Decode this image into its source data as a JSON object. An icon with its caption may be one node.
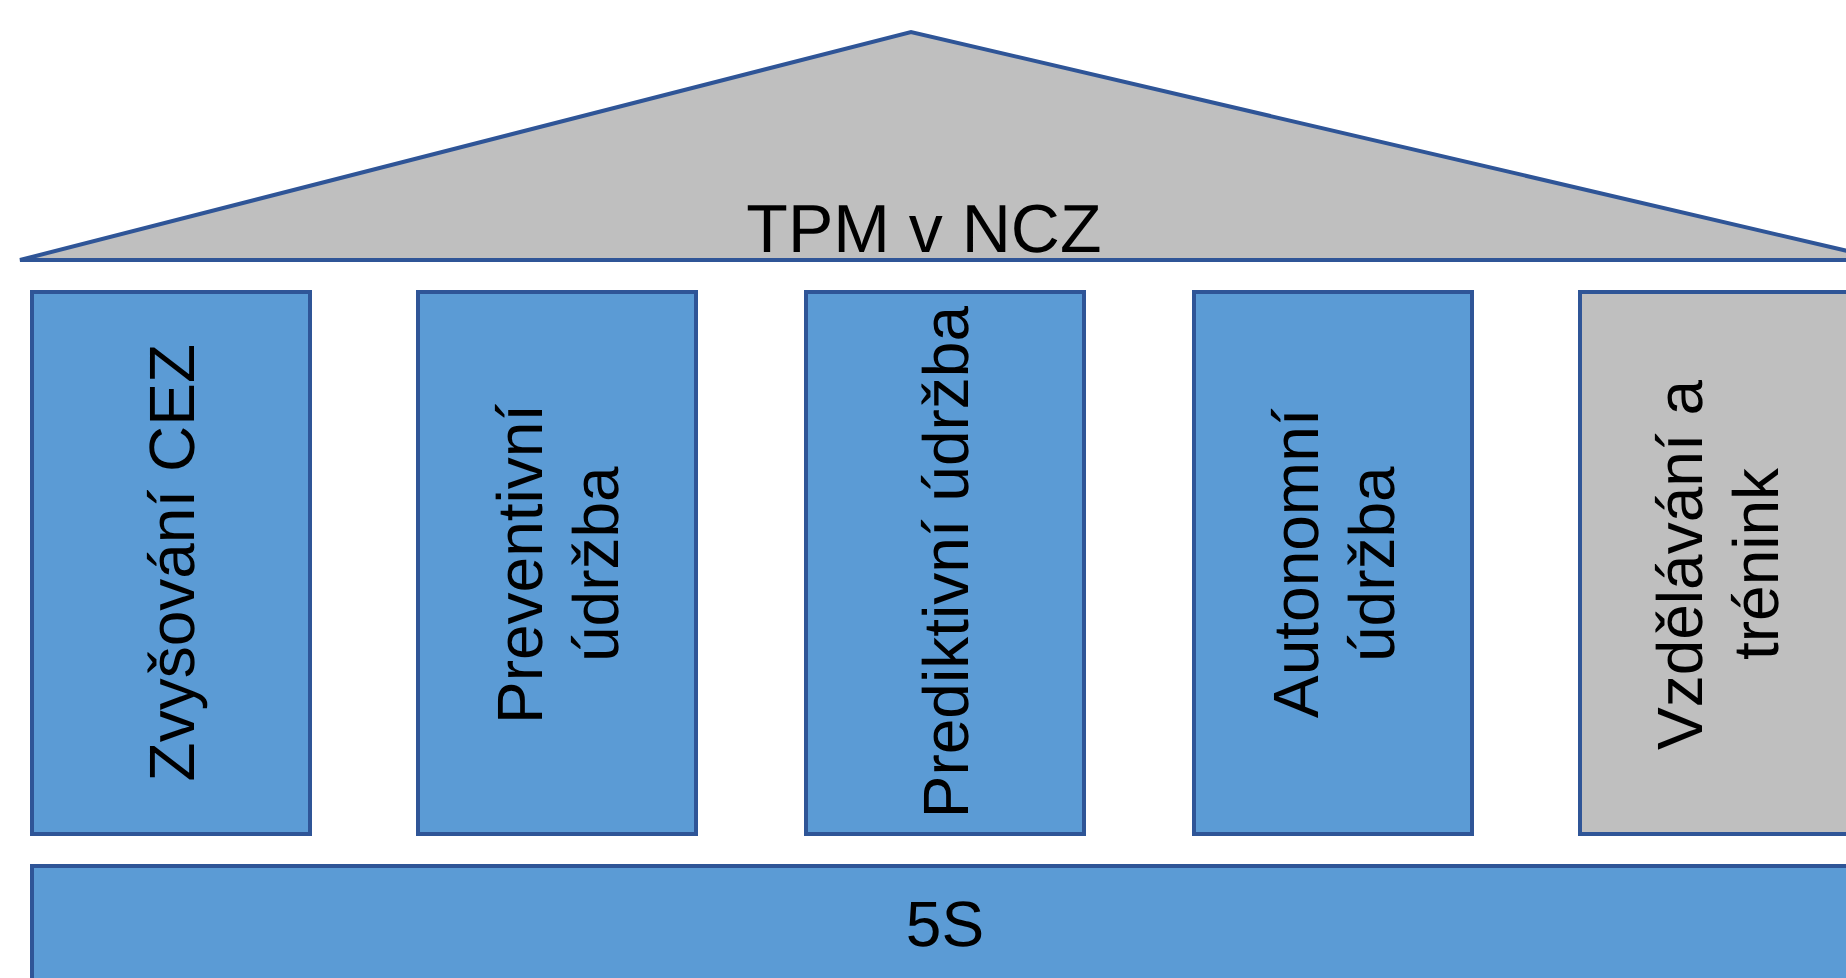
{
  "diagram": {
    "nodes": [
      {
        "text": [
          "TPM v NCZ"
        ]
      },
      {
        "text": [
          "Zvyšování CEZ"
        ]
      },
      {
        "text": [
          "Preventivní údržba"
        ]
      },
      {
        "text": [
          "Prediktivní údržba"
        ]
      },
      {
        "text": [
          "Autonomní údržba"
        ]
      },
      {
        "text": [
          "Vzdělávání a trénink"
        ]
      },
      {
        "text": [
          "5S"
        ]
      }
    ]
  }
}
